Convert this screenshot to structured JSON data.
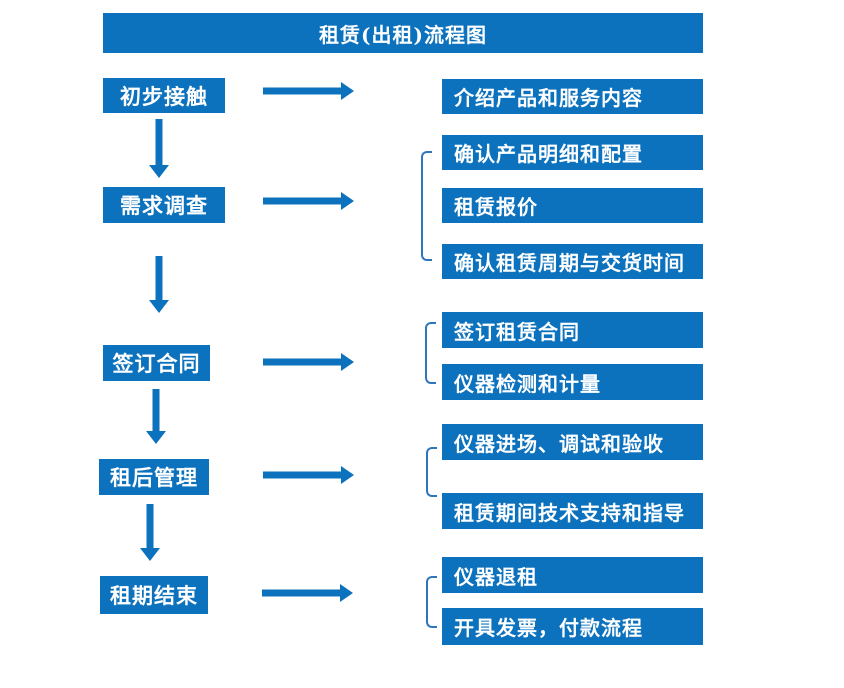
{
  "diagram": {
    "title": "租赁(出租)流程图",
    "colors": {
      "primary_blue": "#0d72bd",
      "bracket_blue": "#2e76bb",
      "text_white": "#ffffff",
      "background": "#ffffff"
    },
    "steps": [
      {
        "label": "初步接触",
        "details": [
          "介绍产品和服务内容"
        ]
      },
      {
        "label": "需求调查",
        "details": [
          "确认产品明细和配置",
          "租赁报价",
          "确认租赁周期与交货时间"
        ]
      },
      {
        "label": "签订合同",
        "details": [
          "签订租赁合同",
          "仪器检测和计量"
        ]
      },
      {
        "label": "租后管理",
        "details": [
          "仪器进场、调试和验收",
          "租赁期间技术支持和指导"
        ]
      },
      {
        "label": "租期结束",
        "details": [
          "仪器退租",
          "开具发票，付款流程"
        ]
      }
    ]
  }
}
